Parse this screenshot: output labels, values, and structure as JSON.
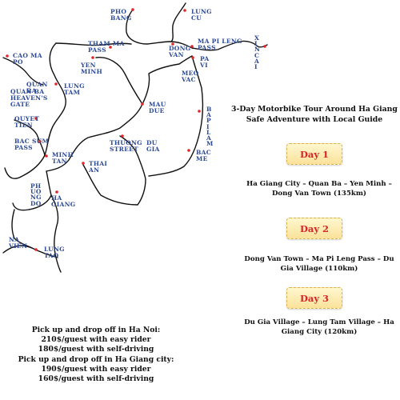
{
  "map": {
    "places": [
      {
        "id": "pho-bang",
        "name": "PHO BANG"
      },
      {
        "id": "lung-cu",
        "name": "LUNG CU"
      },
      {
        "id": "xin-cai",
        "name": "XIN CAI"
      },
      {
        "id": "cao-ma-po",
        "name": "CAO MA PO"
      },
      {
        "id": "tham-ma-pass",
        "name": "THAM MA PASS"
      },
      {
        "id": "dong-van",
        "name": "DONG VAN"
      },
      {
        "id": "ma-pi-leng-pass",
        "name": "MA PI LENG PASS"
      },
      {
        "id": "pa-vi",
        "name": "PA VI"
      },
      {
        "id": "yen-minh",
        "name": "YEN MINH"
      },
      {
        "id": "meo-vac",
        "name": "MEO VAC"
      },
      {
        "id": "quan-ba",
        "name": "QUAN BA"
      },
      {
        "id": "lung-tam",
        "name": "LUNG TAM"
      },
      {
        "id": "heavens-gate",
        "name": "QUAN BA HEAVEN'S GATE"
      },
      {
        "id": "mau-due",
        "name": "MAU DUE"
      },
      {
        "id": "ba-pi-lam",
        "name": "BA PI LAM"
      },
      {
        "id": "quyet-tien",
        "name": "QUYET TIEN"
      },
      {
        "id": "bac-sum-pass",
        "name": "BAC SUM PASS"
      },
      {
        "id": "thuong-street",
        "name": "THUONG STREET"
      },
      {
        "id": "du-gia",
        "name": "DU GIA"
      },
      {
        "id": "bac-me",
        "name": "BAC ME"
      },
      {
        "id": "minh-tan",
        "name": "MINH TAN"
      },
      {
        "id": "thai-an",
        "name": "THAI AN"
      },
      {
        "id": "phuong-do",
        "name": "PHUONG DO"
      },
      {
        "id": "ha-giang",
        "name": "HA GIANG"
      },
      {
        "id": "na-vien",
        "name": "NA VIEN"
      },
      {
        "id": "lung-tao",
        "name": "LUNG TAO"
      }
    ],
    "road_color": "#111111",
    "dot_color": "#e0262a",
    "label_color": "#2c4a96"
  },
  "tour": {
    "title_line1": "3-Day Motorbike Tour Around Ha Giang",
    "title_line2": "Safe Adventure with Local Guide",
    "days": [
      {
        "label": "Day 1",
        "route_line1": "Ha Giang City – Quan Ba – Yen Minh –",
        "route_line2": "Dong Van Town (135km)"
      },
      {
        "label": "Day 2",
        "route_line1": "Dong Van Town – Ma Pi Leng Pass – Du",
        "route_line2": "Gia Village (110km)"
      },
      {
        "label": "Day 3",
        "route_line1": "Du Gia Village – Lung Tam Village – Ha",
        "route_line2": "Giang City (120km)"
      }
    ]
  },
  "pricing": {
    "lines": [
      "Pick up and drop off in Ha Noi:",
      "210$/guest with easy rider",
      "180$/guest with self-driving",
      "Pick up and drop off in Ha Giang city:",
      "190$/guest with easy rider",
      "160$/guest with self-driving"
    ]
  }
}
